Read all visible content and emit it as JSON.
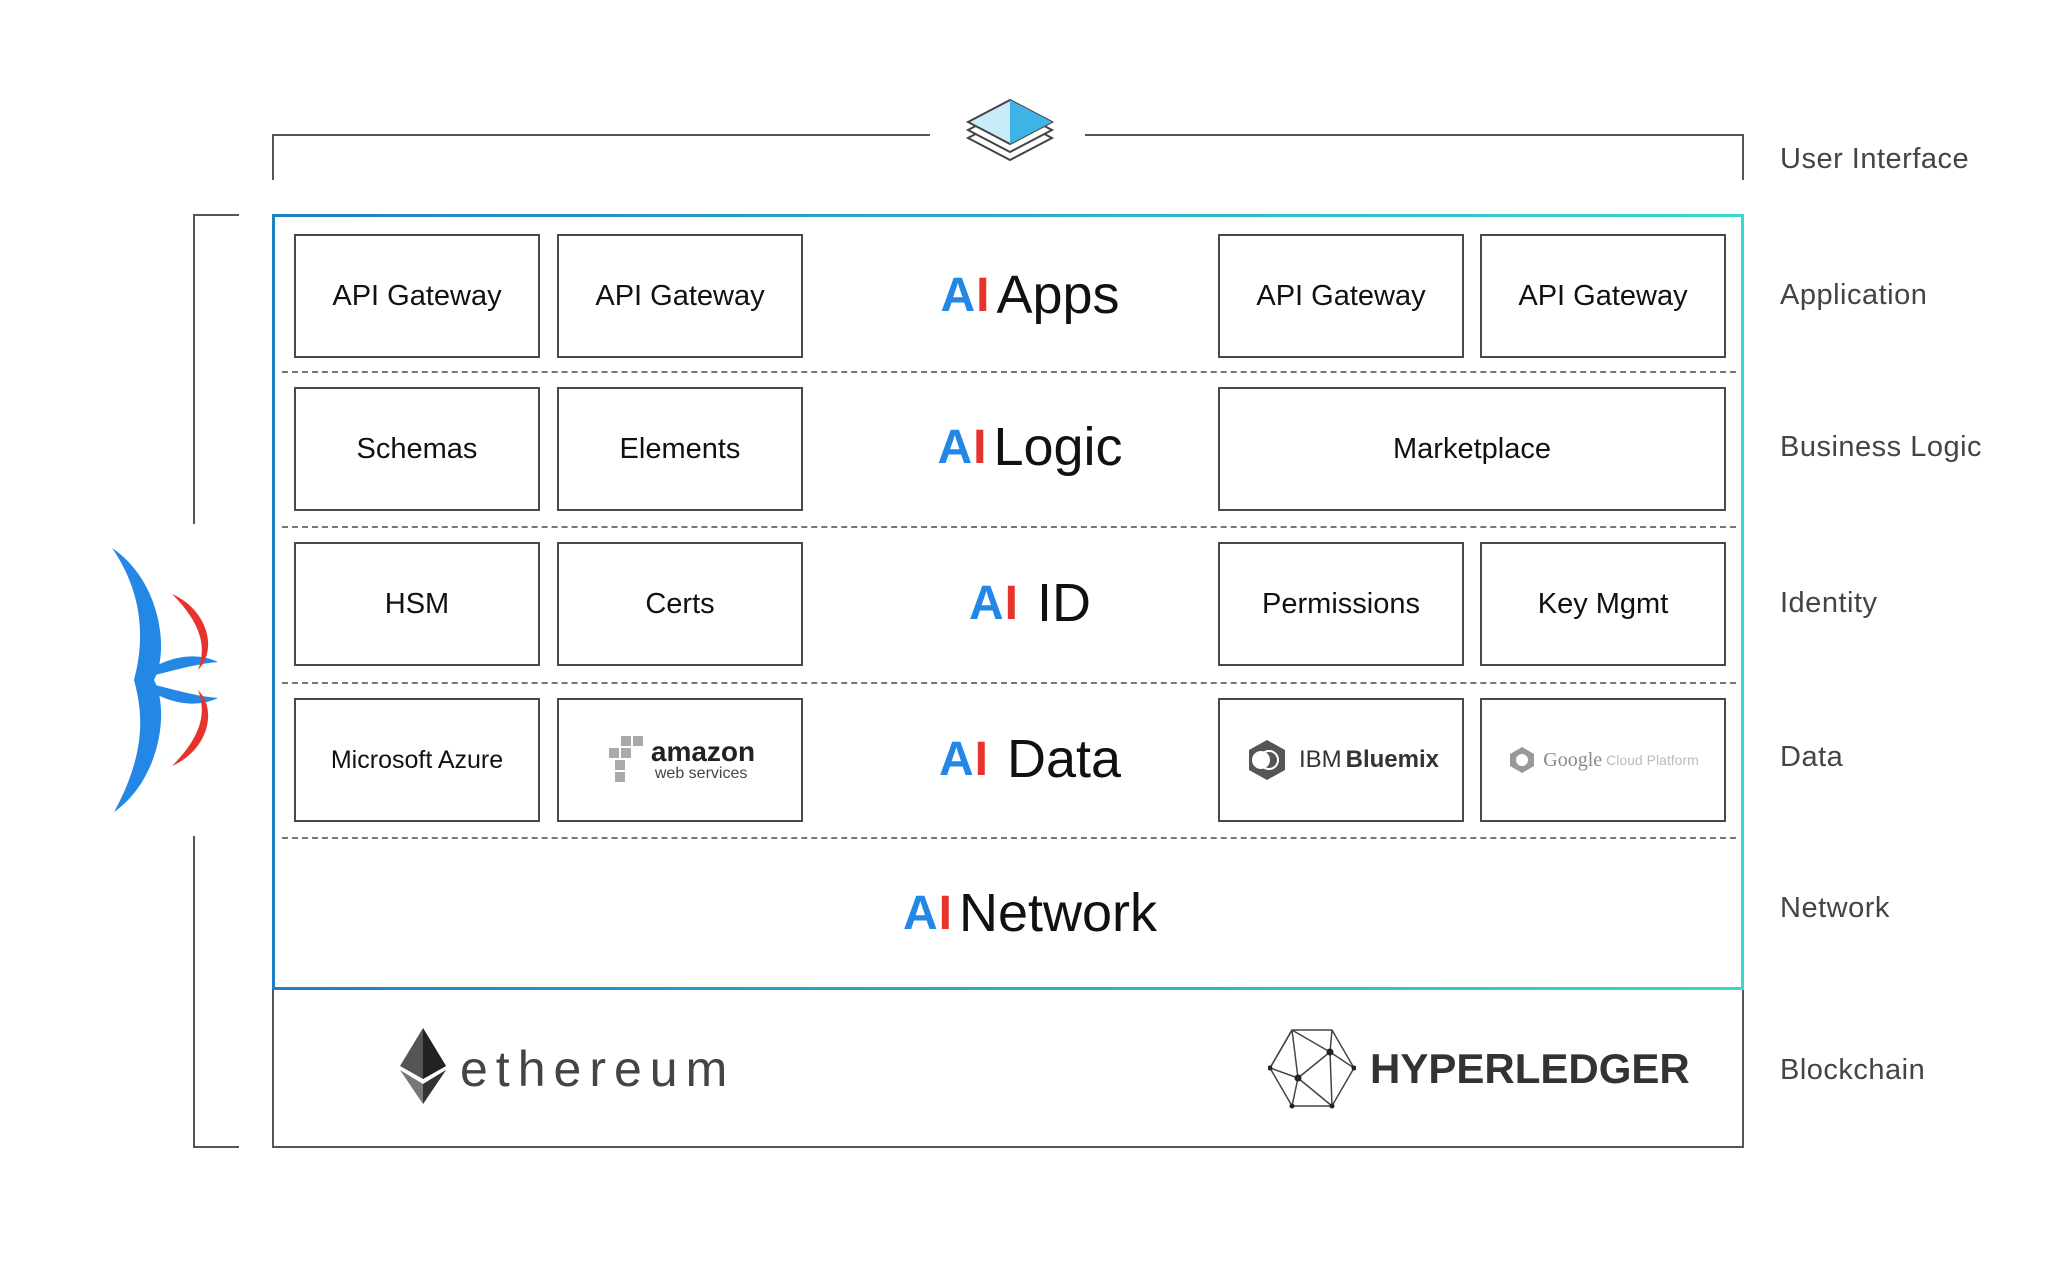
{
  "layers": {
    "apps": {
      "center": {
        "prefix_a": "A",
        "prefix_i": "I",
        "word": "Apps"
      },
      "boxes": [
        "API Gateway",
        "API Gateway",
        "API Gateway",
        "API Gateway"
      ]
    },
    "logic": {
      "center": {
        "prefix_a": "A",
        "prefix_i": "I",
        "word": "Logic"
      },
      "boxes": [
        "Schemas",
        "Elements",
        "Marketplace"
      ]
    },
    "id": {
      "center": {
        "prefix_a": "A",
        "prefix_i": "I",
        "word": "ID"
      },
      "boxes": [
        "HSM",
        "Certs",
        "Permissions",
        "Key Mgmt"
      ]
    },
    "data": {
      "center": {
        "prefix_a": "A",
        "prefix_i": "I",
        "word": "Data"
      },
      "boxes": [
        "Microsoft Azure"
      ],
      "logos": {
        "amazon_main": "amazon",
        "amazon_sub": "web services",
        "ibm_a": "IBM",
        "ibm_b": "Bluemix",
        "google_a": "Google",
        "google_b": "Cloud Platform"
      }
    },
    "network": {
      "center": {
        "prefix_a": "A",
        "prefix_i": "I",
        "word": "Network"
      }
    },
    "blockchain": {
      "ethereum": "ethereum",
      "hyperledger": "HYPERLEDGER"
    }
  },
  "side_labels": {
    "user_interface": "User Interface",
    "application": "Application",
    "business_logic": "Business Logic",
    "identity": "Identity",
    "data": "Data",
    "network": "Network",
    "blockchain": "Blockchain"
  },
  "colors": {
    "accent_blue": "#2387e6",
    "accent_red": "#e6332e",
    "frame_gradient_start": "#1f7fc4",
    "frame_gradient_end": "#37d8cf",
    "ui_icon_blue": "#3fb2e6"
  },
  "icons": [
    "layers-icon",
    "bird-logo-icon",
    "ethereum-icon",
    "hyperledger-icon",
    "aws-cubes-icon",
    "ibm-bluemix-icon",
    "google-cloud-icon"
  ]
}
